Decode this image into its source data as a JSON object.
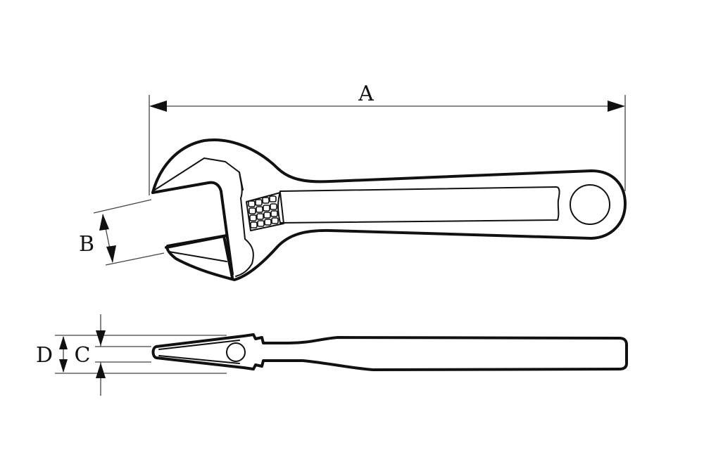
{
  "diagram": {
    "subject": "Adjustable wrench dimension drawing",
    "views": [
      "top-view",
      "side-view"
    ],
    "line_color": "#111111",
    "background_color": "#ffffff"
  },
  "dimensions": {
    "a": {
      "label": "A",
      "meaning": "overall length"
    },
    "b": {
      "label": "B",
      "meaning": "jaw opening"
    },
    "c": {
      "label": "C",
      "meaning": "jaw tip thickness"
    },
    "d": {
      "label": "D",
      "meaning": "head thickness"
    }
  }
}
